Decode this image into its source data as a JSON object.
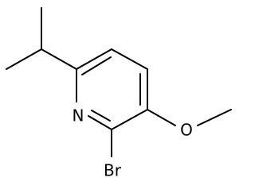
{
  "molecule": {
    "atoms": {
      "nitrogen": "N",
      "bromine": "Br",
      "oxygen": "O"
    }
  }
}
